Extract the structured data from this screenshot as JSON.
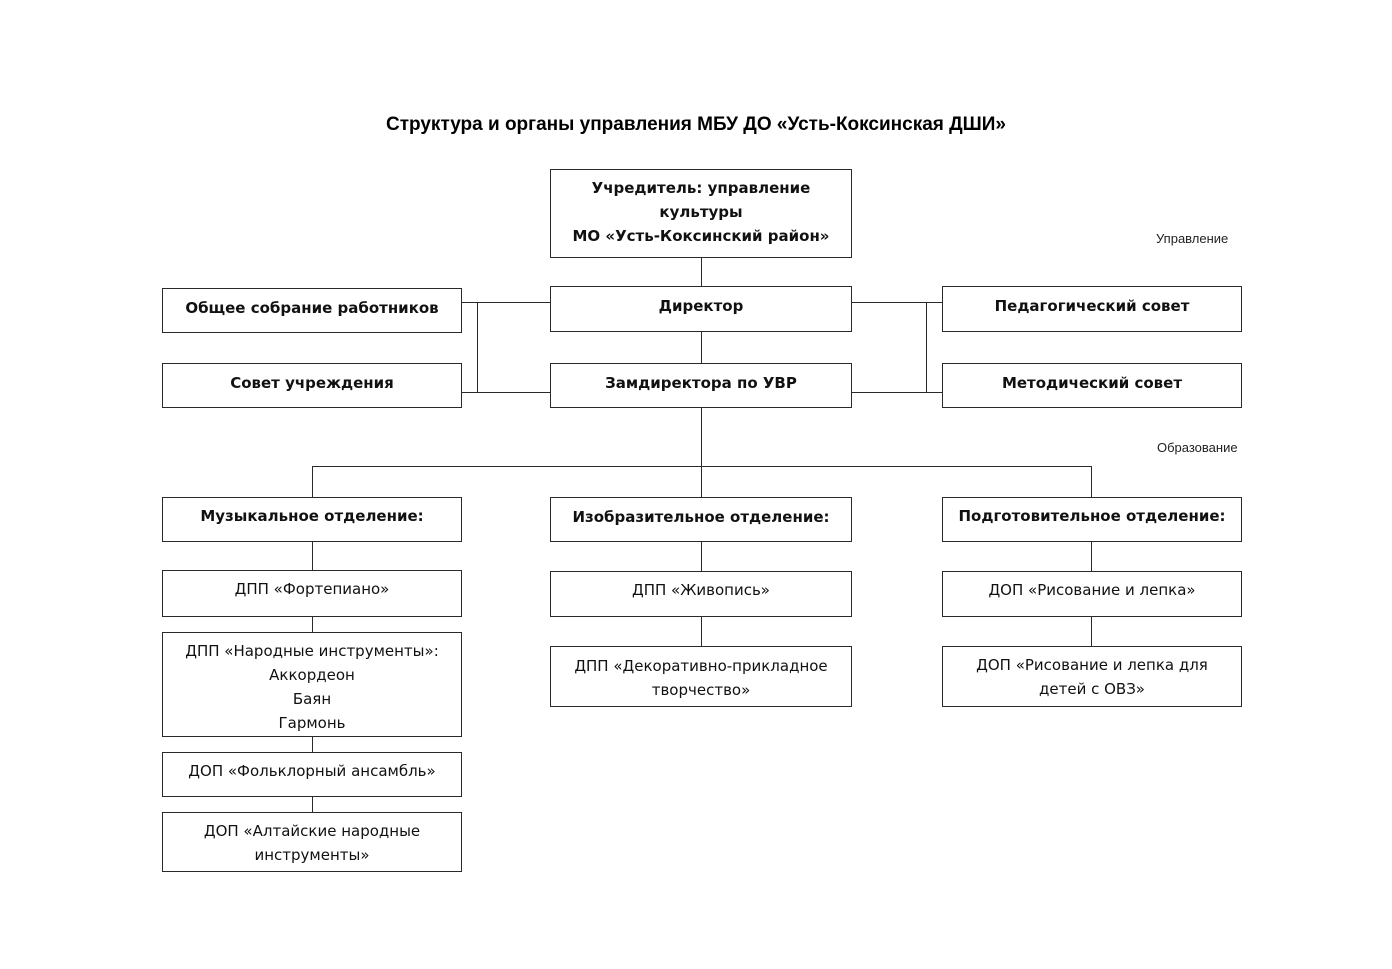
{
  "title": "Структура и органы управления МБУ ДО «Усть-Коксинская ДШИ»",
  "labels": {
    "management": "Управление",
    "education": "Образование"
  },
  "founder": {
    "lines": [
      "Учредитель: управление",
      "культуры",
      "МО «Усть-Коксинский район»"
    ]
  },
  "director": "Директор",
  "deputy": "Замдиректора по УВР",
  "left_bodies": [
    "Общее собрание работников",
    "Совет учреждения"
  ],
  "right_bodies": [
    "Педагогический совет",
    "Методический совет"
  ],
  "departments": [
    {
      "name": "Музыкальное отделение:",
      "programs": [
        {
          "lines": [
            "ДПП «Фортепиано»"
          ]
        },
        {
          "lines": [
            "ДПП «Народные инструменты»:",
            "Аккордеон",
            "Баян",
            "Гармонь"
          ]
        },
        {
          "lines": [
            "ДОП «Фольклорный ансамбль»"
          ]
        },
        {
          "lines": [
            "ДОП «Алтайские народные",
            "инструменты»"
          ]
        }
      ]
    },
    {
      "name": "Изобразительное отделение:",
      "programs": [
        {
          "lines": [
            "ДПП «Живопись»"
          ]
        },
        {
          "lines": [
            "ДПП «Декоративно-прикладное",
            "творчество»"
          ]
        }
      ]
    },
    {
      "name": "Подготовительное отделение:",
      "programs": [
        {
          "lines": [
            "ДОП «Рисование и лепка»"
          ]
        },
        {
          "lines": [
            "ДОП «Рисование и лепка для",
            "детей с ОВЗ»"
          ]
        }
      ]
    }
  ]
}
